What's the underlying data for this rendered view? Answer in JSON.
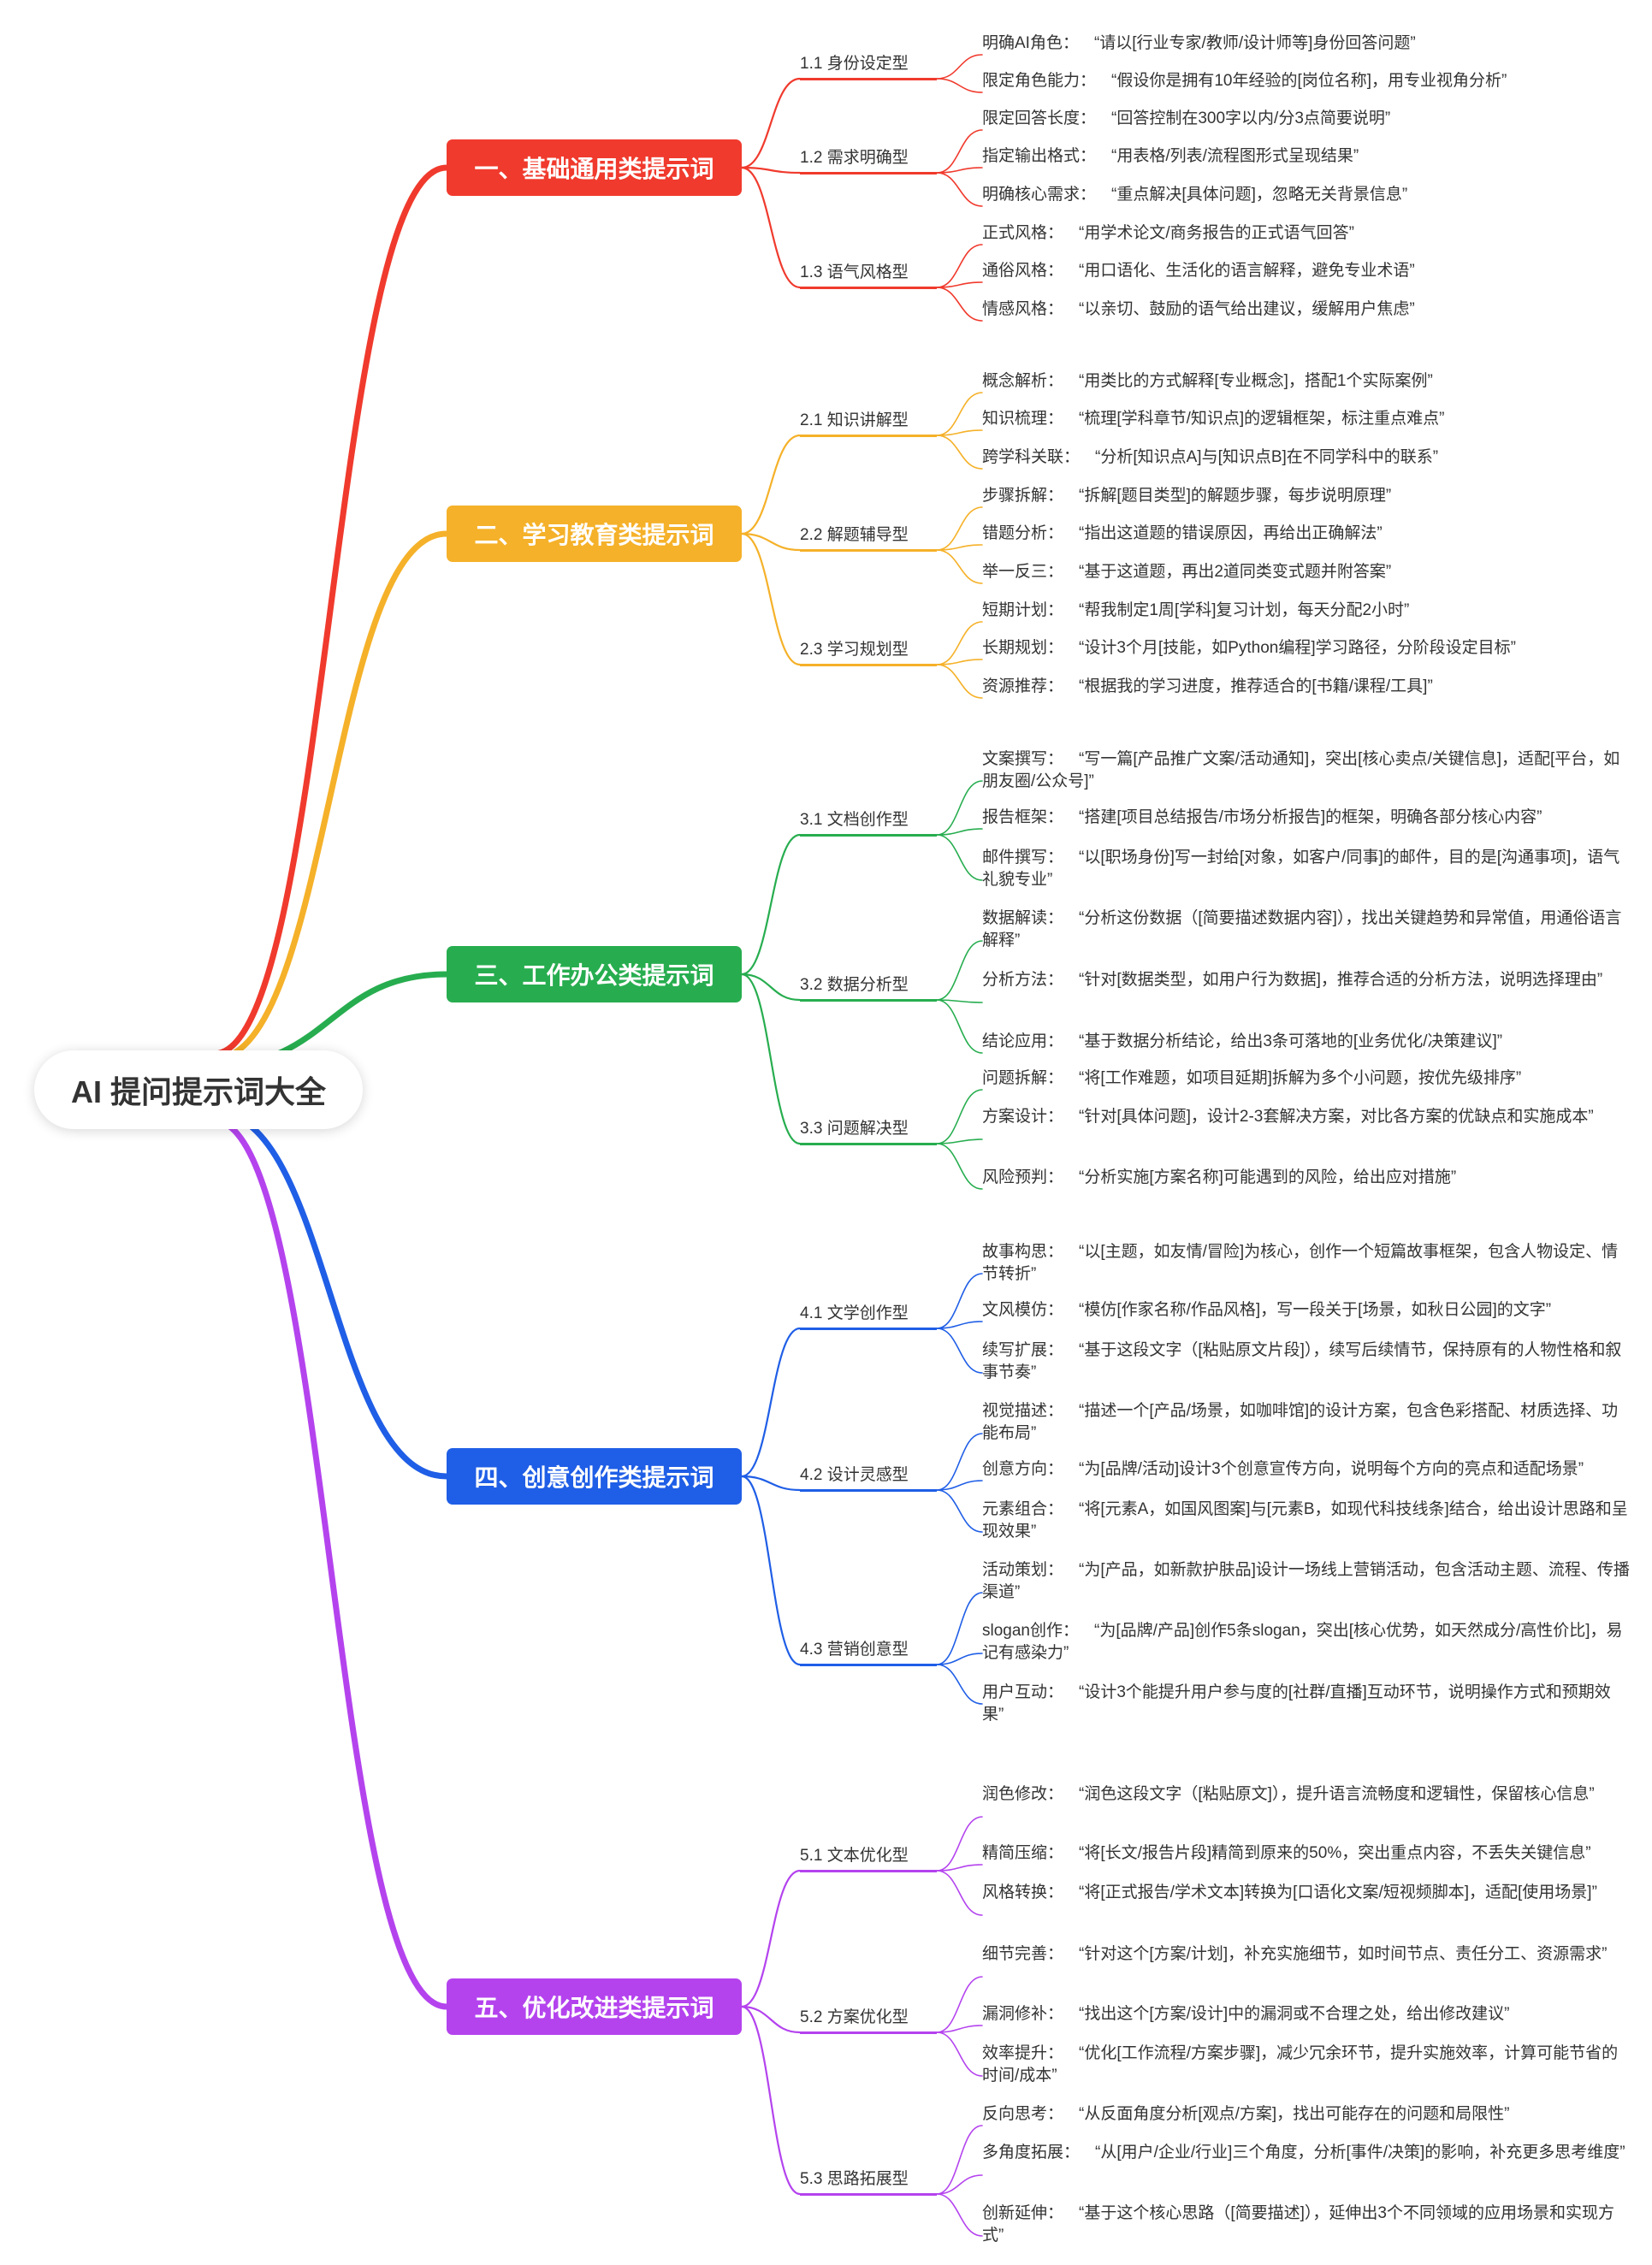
{
  "root": "AI 提问提示词大全",
  "categories": [
    {
      "title": "一、基础通用类提示词",
      "color": "#f03a2d",
      "subs": [
        {
          "title": "1.1 身份设定型",
          "items": [
            {
              "label": "明确AI角色：",
              "text": "“请以[行业专家/教师/设计师等]身份回答问题”"
            },
            {
              "label": "限定角色能力：",
              "text": "“假设你是拥有10年经验的[岗位名称]，用专业视角分析”"
            }
          ]
        },
        {
          "title": "1.2 需求明确型",
          "items": [
            {
              "label": "限定回答长度：",
              "text": "“回答控制在300字以内/分3点简要说明”"
            },
            {
              "label": "指定输出格式：",
              "text": "“用表格/列表/流程图形式呈现结果”"
            },
            {
              "label": "明确核心需求：",
              "text": "“重点解决[具体问题]，忽略无关背景信息”"
            }
          ]
        },
        {
          "title": "1.3 语气风格型",
          "items": [
            {
              "label": "正式风格：",
              "text": "“用学术论文/商务报告的正式语气回答”"
            },
            {
              "label": "通俗风格：",
              "text": "“用口语化、生活化的语言解释，避免专业术语”"
            },
            {
              "label": "情感风格：",
              "text": "“以亲切、鼓励的语气给出建议，缓解用户焦虑”"
            }
          ]
        }
      ]
    },
    {
      "title": "二、学习教育类提示词",
      "color": "#f5b129",
      "subs": [
        {
          "title": "2.1 知识讲解型",
          "items": [
            {
              "label": "概念解析：",
              "text": "“用类比的方式解释[专业概念]，搭配1个实际案例”"
            },
            {
              "label": "知识梳理：",
              "text": "“梳理[学科章节/知识点]的逻辑框架，标注重点难点”"
            },
            {
              "label": "跨学科关联：",
              "text": "“分析[知识点A]与[知识点B]在不同学科中的联系”"
            }
          ]
        },
        {
          "title": "2.2 解题辅导型",
          "items": [
            {
              "label": "步骤拆解：",
              "text": "“拆解[题目类型]的解题步骤，每步说明原理”"
            },
            {
              "label": "错题分析：",
              "text": "“指出这道题的错误原因，再给出正确解法”"
            },
            {
              "label": "举一反三：",
              "text": "“基于这道题，再出2道同类变式题并附答案”"
            }
          ]
        },
        {
          "title": "2.3 学习规划型",
          "items": [
            {
              "label": "短期计划：",
              "text": "“帮我制定1周[学科]复习计划，每天分配2小时”"
            },
            {
              "label": "长期规划：",
              "text": "“设计3个月[技能，如Python编程]学习路径，分阶段设定目标”"
            },
            {
              "label": "资源推荐：",
              "text": "“根据我的学习进度，推荐适合的[书籍/课程/工具]”"
            }
          ]
        }
      ]
    },
    {
      "title": "三、工作办公类提示词",
      "color": "#27ad4f",
      "subs": [
        {
          "title": "3.1 文档创作型",
          "items": [
            {
              "label": "文案撰写：",
              "text": "“写一篇[产品推广文案/活动通知]，突出[核心卖点/关键信息]，适配[平台，如朋友圈/公众号]”"
            },
            {
              "label": "报告框架：",
              "text": "“搭建[项目总结报告/市场分析报告]的框架，明确各部分核心内容”"
            },
            {
              "label": "邮件撰写：",
              "text": "“以[职场身份]写一封给[对象，如客户/同事]的邮件，目的是[沟通事项]，语气礼貌专业”"
            }
          ]
        },
        {
          "title": "3.2 数据分析型",
          "items": [
            {
              "label": "数据解读：",
              "text": "“分析这份数据（[简要描述数据内容]），找出关键趋势和异常值，用通俗语言解释”"
            },
            {
              "label": "分析方法：",
              "text": "“针对[数据类型，如用户行为数据]，推荐合适的分析方法，说明选择理由”"
            },
            {
              "label": "结论应用：",
              "text": "“基于数据分析结论，给出3条可落地的[业务优化/决策建议]”"
            }
          ]
        },
        {
          "title": "3.3 问题解决型",
          "items": [
            {
              "label": "问题拆解：",
              "text": "“将[工作难题，如项目延期]拆解为多个小问题，按优先级排序”"
            },
            {
              "label": "方案设计：",
              "text": "“针对[具体问题]，设计2-3套解决方案，对比各方案的优缺点和实施成本”"
            },
            {
              "label": "风险预判：",
              "text": "“分析实施[方案名称]可能遇到的风险，给出应对措施”"
            }
          ]
        }
      ]
    },
    {
      "title": "四、创意创作类提示词",
      "color": "#1f5ee6",
      "subs": [
        {
          "title": "4.1 文学创作型",
          "items": [
            {
              "label": "故事构思：",
              "text": "“以[主题，如友情/冒险]为核心，创作一个短篇故事框架，包含人物设定、情节转折”"
            },
            {
              "label": "文风模仿：",
              "text": "“模仿[作家名称/作品风格]，写一段关于[场景，如秋日公园]的文字”"
            },
            {
              "label": "续写扩展：",
              "text": "“基于这段文字（[粘贴原文片段]），续写后续情节，保持原有的人物性格和叙事节奏”"
            }
          ]
        },
        {
          "title": "4.2 设计灵感型",
          "items": [
            {
              "label": "视觉描述：",
              "text": "“描述一个[产品/场景，如咖啡馆]的设计方案，包含色彩搭配、材质选择、功能布局”"
            },
            {
              "label": "创意方向：",
              "text": "“为[品牌/活动]设计3个创意宣传方向，说明每个方向的亮点和适配场景”"
            },
            {
              "label": "元素组合：",
              "text": "“将[元素A，如国风图案]与[元素B，如现代科技线条]结合，给出设计思路和呈现效果”"
            }
          ]
        },
        {
          "title": "4.3 营销创意型",
          "items": [
            {
              "label": "活动策划：",
              "text": "“为[产品，如新款护肤品]设计一场线上营销活动，包含活动主题、流程、传播渠道”"
            },
            {
              "label": "slogan创作：",
              "text": "“为[品牌/产品]创作5条slogan，突出[核心优势，如天然成分/高性价比]，易记有感染力”"
            },
            {
              "label": "用户互动：",
              "text": "“设计3个能提升用户参与度的[社群/直播]互动环节，说明操作方式和预期效果”"
            }
          ]
        }
      ]
    },
    {
      "title": "五、优化改进类提示词",
      "color": "#b443ee",
      "subs": [
        {
          "title": "5.1 文本优化型",
          "items": [
            {
              "label": "润色修改：",
              "text": "“润色这段文字（[粘贴原文]），提升语言流畅度和逻辑性，保留核心信息”"
            },
            {
              "label": "精简压缩：",
              "text": "“将[长文/报告片段]精简到原来的50%，突出重点内容，不丢失关键信息”"
            },
            {
              "label": "风格转换：",
              "text": "“将[正式报告/学术文本]转换为[口语化文案/短视频脚本]，适配[使用场景]”"
            }
          ]
        },
        {
          "title": "5.2 方案优化型",
          "items": [
            {
              "label": "细节完善：",
              "text": "“针对这个[方案/计划]，补充实施细节，如时间节点、责任分工、资源需求”"
            },
            {
              "label": "漏洞修补：",
              "text": "“找出这个[方案/设计]中的漏洞或不合理之处，给出修改建议”"
            },
            {
              "label": "效率提升：",
              "text": "“优化[工作流程/方案步骤]，减少冗余环节，提升实施效率，计算可能节省的时间/成本”"
            }
          ]
        },
        {
          "title": "5.3 思路拓展型",
          "items": [
            {
              "label": "反向思考：",
              "text": "“从反面角度分析[观点/方案]，找出可能存在的问题和局限性”"
            },
            {
              "label": "多角度拓展：",
              "text": "“从[用户/企业/行业]三个角度，分析[事件/决策]的影响，补充更多思考维度”"
            },
            {
              "label": "创新延伸：",
              "text": "“基于这个核心思路（[简要描述]），延伸出3个不同领域的应用场景和实现方式”"
            }
          ]
        }
      ]
    }
  ]
}
